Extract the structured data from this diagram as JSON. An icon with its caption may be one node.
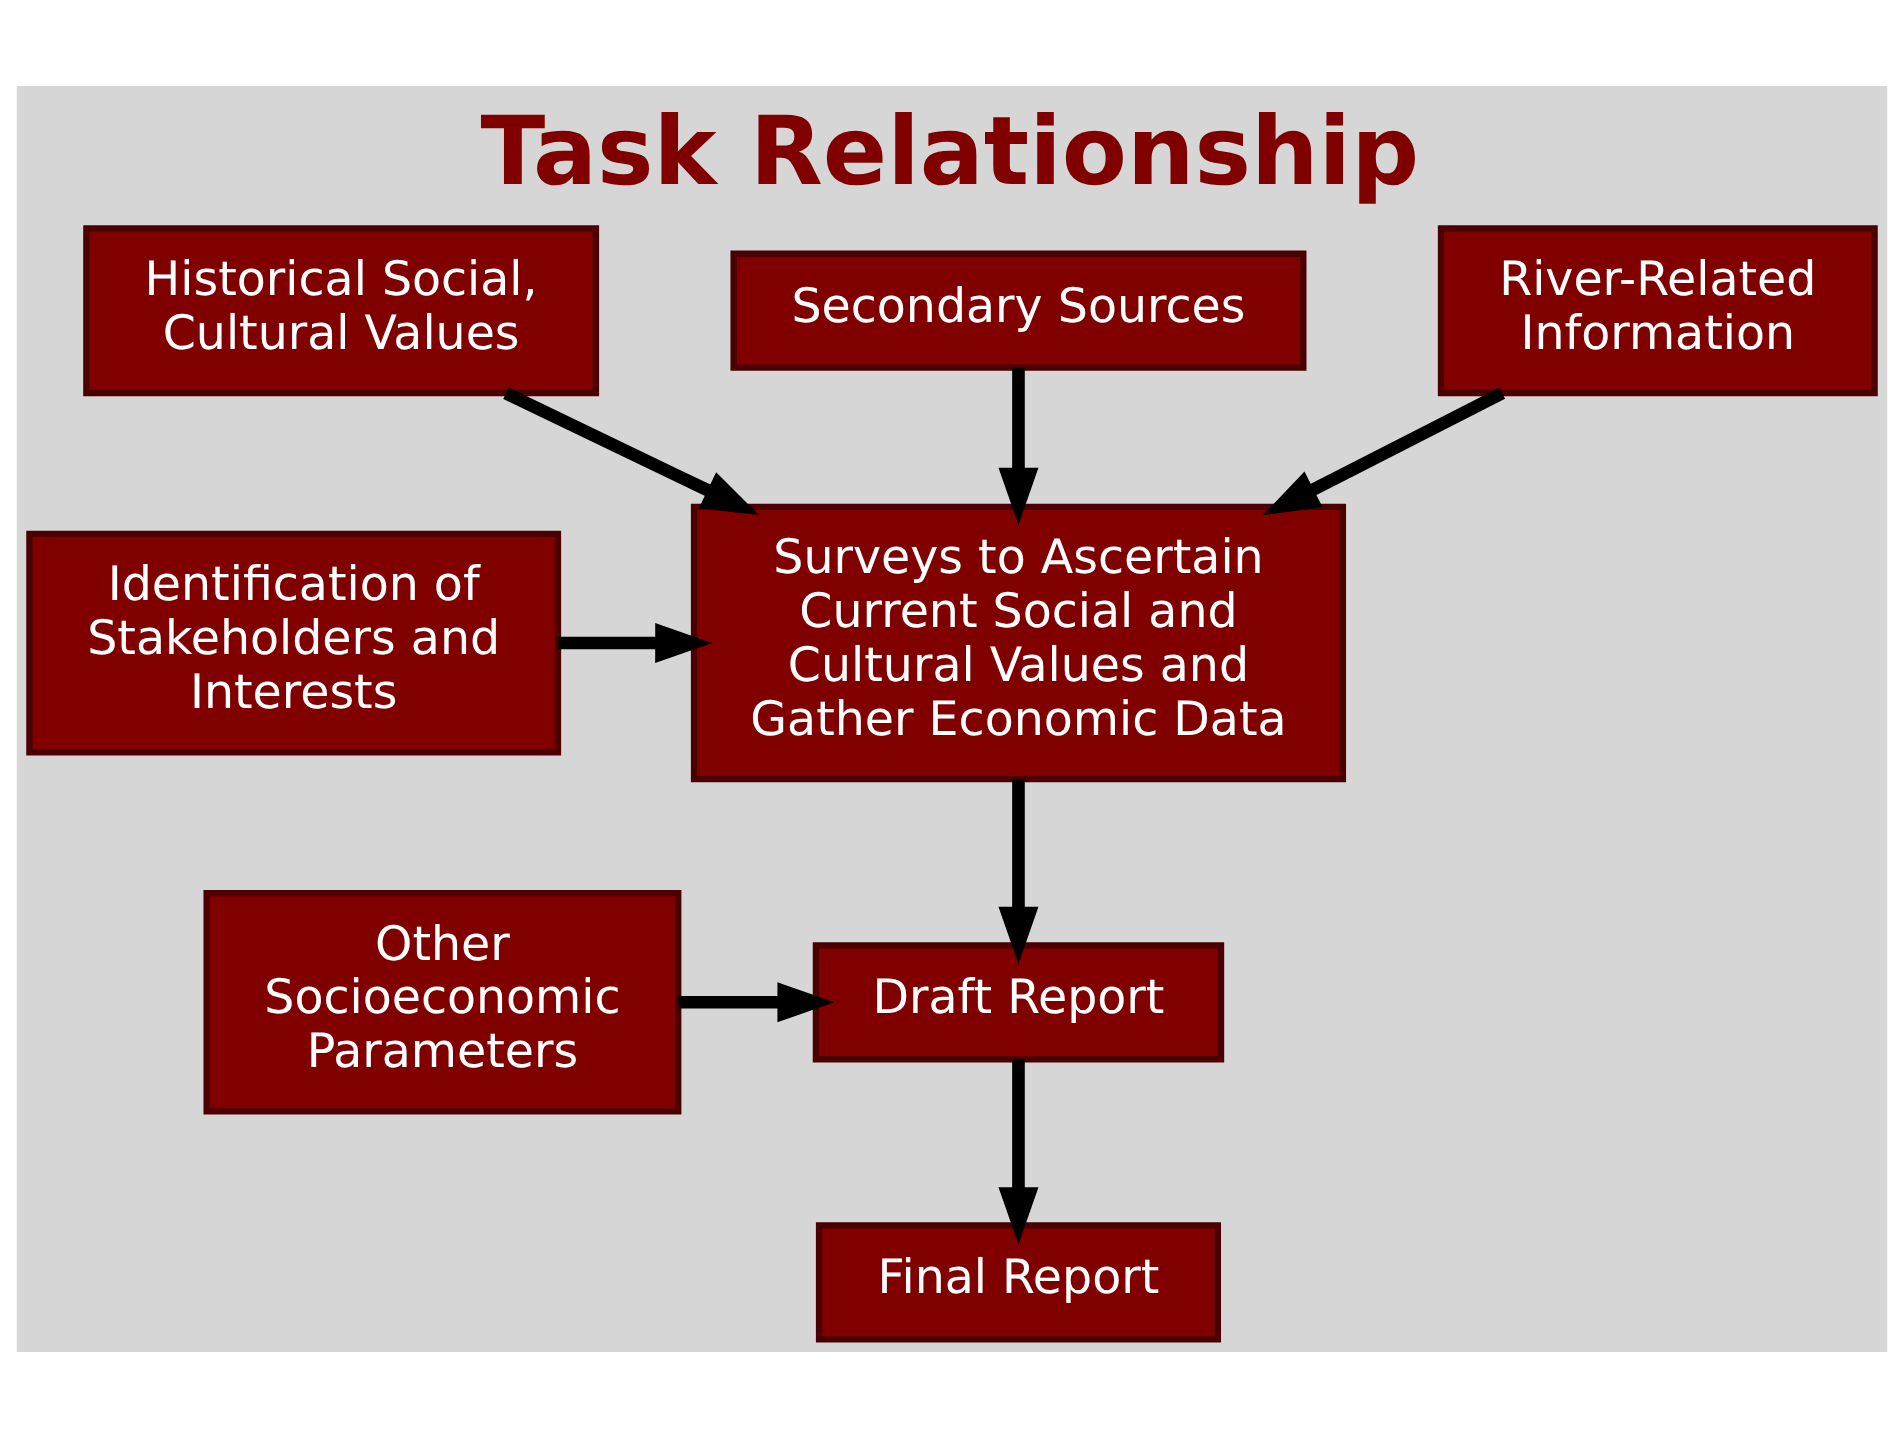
{
  "diagram": {
    "title": "Task Relationship",
    "nodes": [
      {
        "text": [
          "Historical Social, Cultural Values"
        ]
      },
      {
        "text": [
          "Secondary Sources"
        ]
      },
      {
        "text": [
          "Identification of Stakeholders and Interests"
        ]
      },
      {
        "text": [
          "Surveys to Ascertain Current Social and Cultural Values and Gather Economic Data"
        ]
      },
      {
        "text": [
          "River-Related Information"
        ]
      },
      {
        "text": [
          "Other Socioeconomic Parameters"
        ]
      },
      {
        "text": [
          "Draft Report"
        ]
      },
      {
        "text": [
          "Final Report"
        ]
      }
    ],
    "edges": [
      {
        "from": 0,
        "to": 3,
        "arrow": "to"
      },
      {
        "from": 1,
        "to": 3,
        "arrow": "to"
      },
      {
        "from": 2,
        "to": 3,
        "arrow": "to"
      },
      {
        "from": 4,
        "to": 3,
        "arrow": "to"
      },
      {
        "from": 3,
        "to": 6,
        "arrow": "to"
      },
      {
        "from": 5,
        "to": 6,
        "arrow": "to"
      },
      {
        "from": 6,
        "to": 7,
        "arrow": "to"
      }
    ]
  }
}
